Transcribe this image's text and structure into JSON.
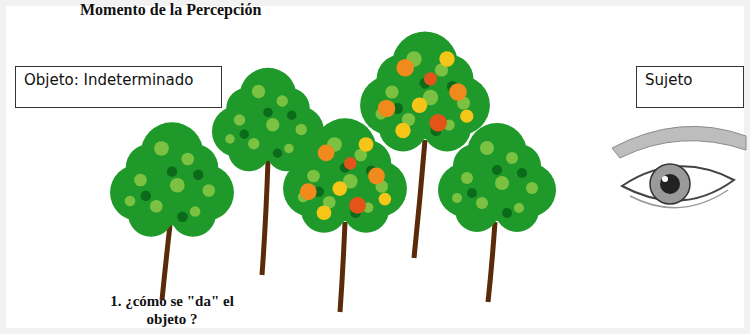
{
  "diagram": {
    "title": "Momento de la Percepción",
    "nodes": [
      {
        "text": [
          "Objeto: Indeterminado"
        ]
      },
      {
        "text": [
          "Sujeto"
        ]
      }
    ],
    "labels": [
      "1. ¿cómo se \"da\" el objeto ?"
    ]
  }
}
